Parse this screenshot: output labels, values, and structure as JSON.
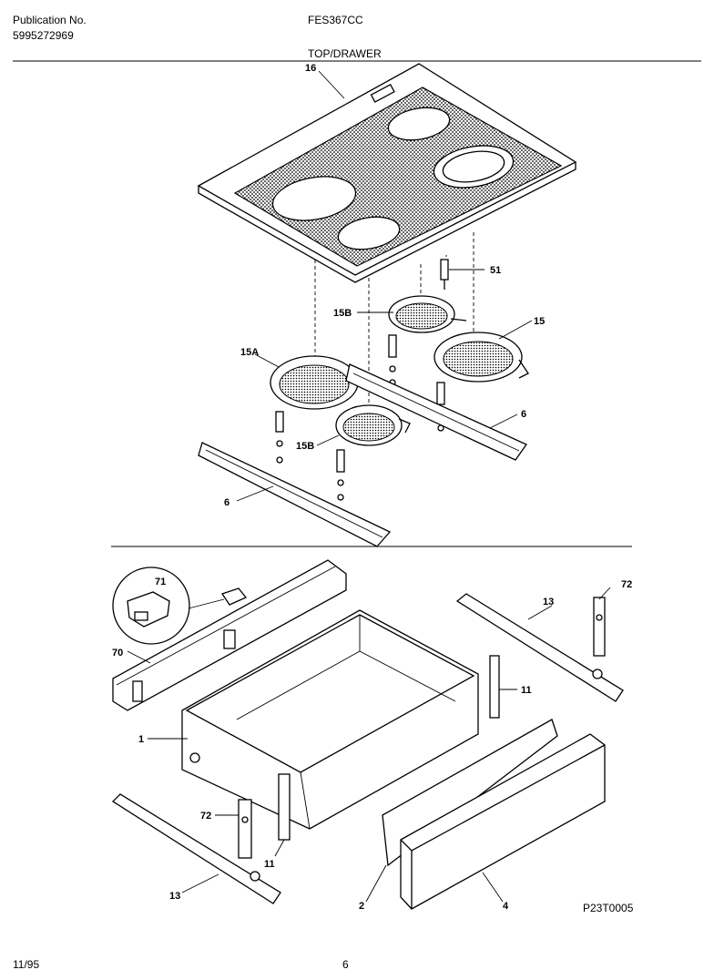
{
  "header": {
    "publication_label": "Publication No.",
    "publication_number": "5995272969",
    "model": "FES367CC",
    "section_title": "TOP/DRAWER"
  },
  "footer": {
    "date": "11/95",
    "page_number": "6",
    "drawing_code": "P23T0005"
  },
  "callouts": {
    "c16": "16",
    "c51": "51",
    "c15B_top": "15B",
    "c15": "15",
    "c15A": "15A",
    "c6_right": "6",
    "c15B_low": "15B",
    "c6_left": "6",
    "c71": "71",
    "c70": "70",
    "c13_top": "13",
    "c72_top": "72",
    "c11_right": "11",
    "c1": "1",
    "c72_low": "72",
    "c11_low": "11",
    "c13_low": "13",
    "c2": "2",
    "c4": "4"
  },
  "colors": {
    "ink": "#000000",
    "paper": "#ffffff",
    "glass": "#bfbfbf"
  }
}
